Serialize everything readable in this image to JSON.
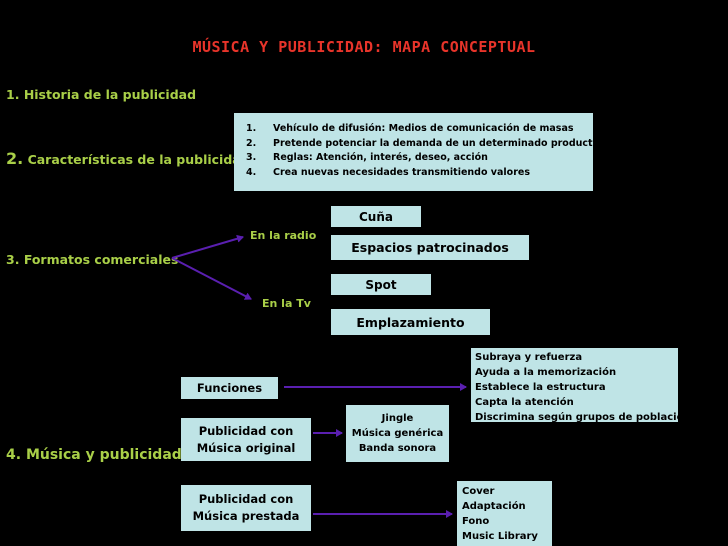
{
  "title": "MÚSICA Y PUBLICIDAD: MAPA CONCEPTUAL",
  "sections": {
    "s1": {
      "num": "1.",
      "label": "Historia de la publicidad"
    },
    "s2": {
      "num": "2.",
      "label": "Características de la publicidad"
    },
    "s3": {
      "num": "3.",
      "label": "Formatos comerciales"
    },
    "s4": {
      "num": "4.",
      "label": "Música y publicidad"
    }
  },
  "caracteristicas": [
    {
      "n": "1.",
      "text": "Vehículo de difusión: Medios de comunicación de masas"
    },
    {
      "n": "2.",
      "text": "Pretende potenciar la demanda de un determinado producto"
    },
    {
      "n": "3.",
      "text": "Reglas: Atención, interés, deseo, acción"
    },
    {
      "n": "4.",
      "text": "Crea nuevas necesidades transmitiendo valores"
    }
  ],
  "formatos": {
    "radio_label": "En la radio",
    "tv_label": "En la Tv",
    "cuna": "Cuña",
    "espacios": "Espacios patrocinados",
    "spot": "Spot",
    "emplazamiento": "Emplazamiento"
  },
  "musica": {
    "funciones": "Funciones",
    "funciones_list": [
      "Subraya y refuerza",
      "Ayuda a la memorización",
      "Establece la estructura",
      "Capta la atención",
      "Discrimina según grupos de población"
    ],
    "original_l1": "Publicidad con",
    "original_l2": "Música original",
    "original_list": [
      "Jingle",
      "Música genérica",
      "Banda sonora"
    ],
    "prestada_l1": "Publicidad con",
    "prestada_l2": "Música prestada",
    "prestada_list": [
      "Cover",
      "Adaptación",
      "Fono",
      "Music Library"
    ]
  },
  "colors": {
    "background": "#000000",
    "title": "#e8342a",
    "section": "#a9cf48",
    "box": "#bfe4e6",
    "arrow": "#5a1fb0"
  }
}
